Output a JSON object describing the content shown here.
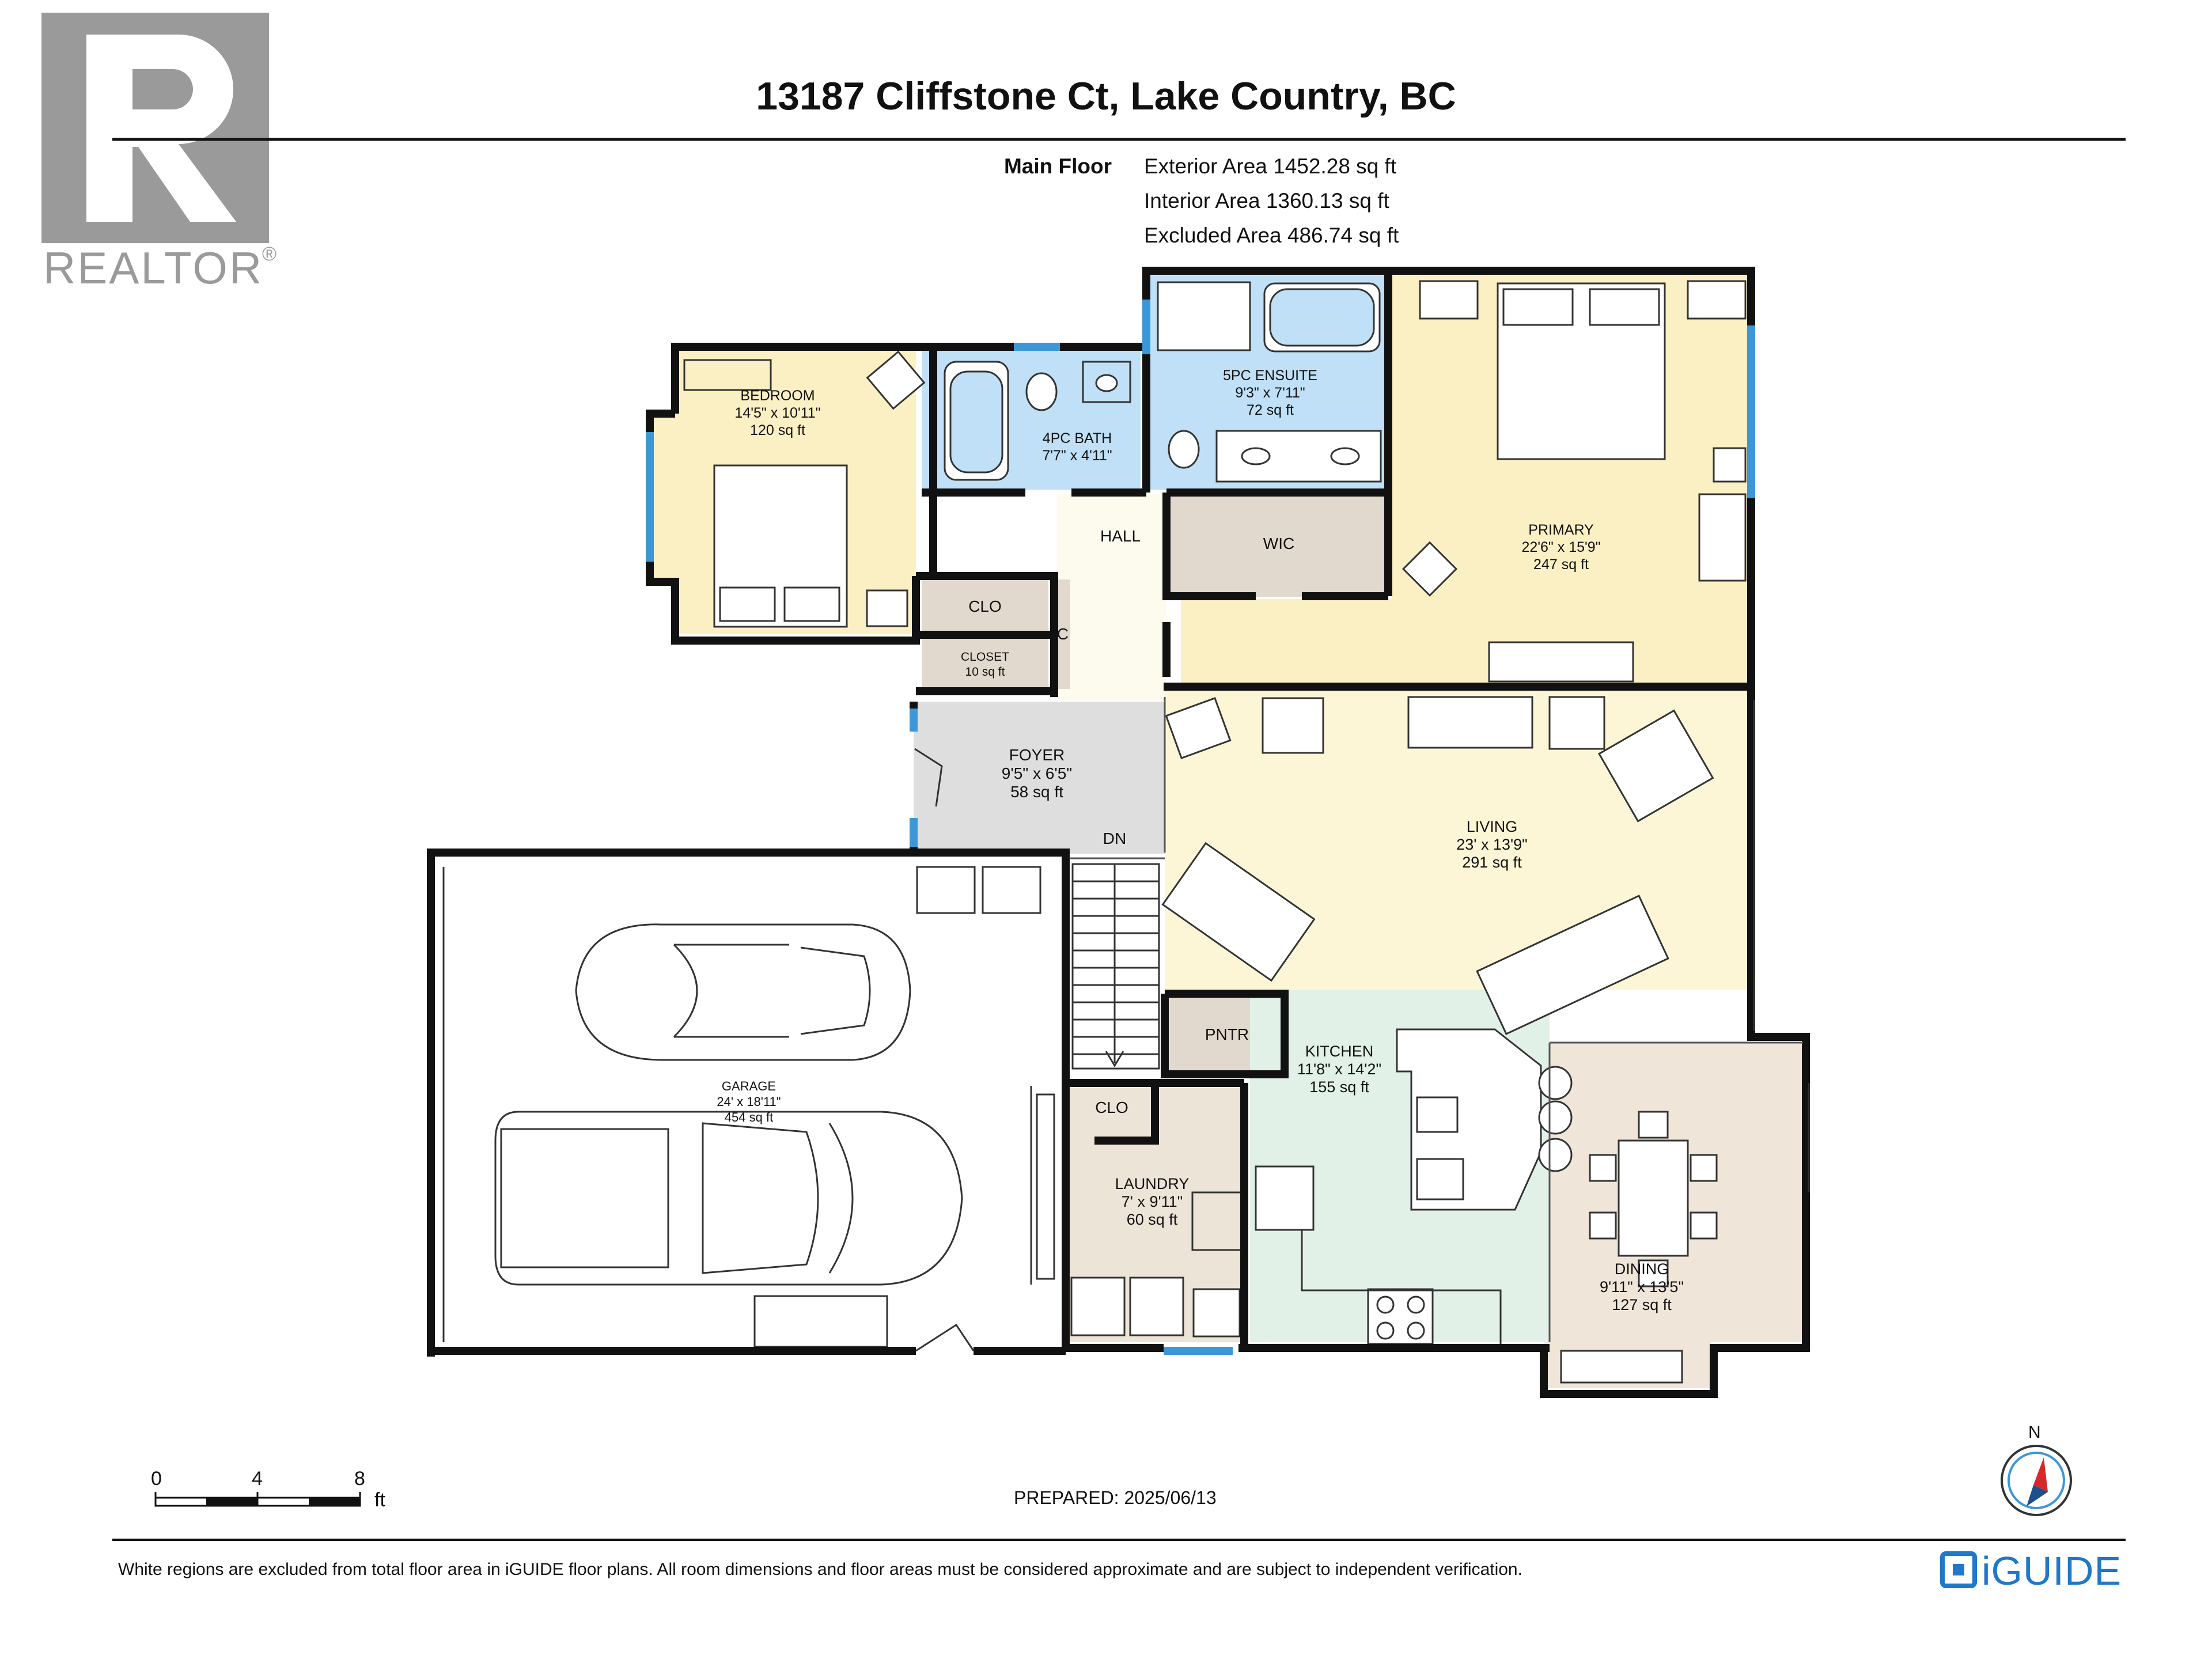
{
  "title": "13187 Cliffstone Ct, Lake Country, BC",
  "logo": {
    "name": "REALTOR",
    "mark": "®"
  },
  "floor_name": "Main Floor",
  "areas": {
    "exterior": "Exterior Area 1452.28 sq ft",
    "interior": "Interior Area 1360.13 sq ft",
    "excluded": "Excluded Area 486.74 sq ft"
  },
  "rooms": {
    "bedroom": {
      "name": "BEDROOM",
      "dims": "14'5\" x 10'11\"",
      "area": "120 sq ft"
    },
    "bath4": {
      "name": "4PC BATH",
      "dims": "7'7\" x 4'11\""
    },
    "ensuite": {
      "name": "5PC ENSUITE",
      "dims": "9'3\" x 7'11\"",
      "area": "72 sq ft"
    },
    "primary": {
      "name": "PRIMARY",
      "dims": "22'6\" x 15'9\"",
      "area": "247 sq ft"
    },
    "hall": {
      "name": "HALL"
    },
    "wic": {
      "name": "WIC"
    },
    "clo1": {
      "name": "CLO"
    },
    "c": {
      "name": "C"
    },
    "closet": {
      "name": "CLOSET",
      "area": "10 sq ft"
    },
    "foyer": {
      "name": "FOYER",
      "dims": "9'5\" x 6'5\"",
      "area": "58 sq ft"
    },
    "dn": {
      "name": "DN"
    },
    "living": {
      "name": "LIVING",
      "dims": "23' x 13'9\"",
      "area": "291 sq ft"
    },
    "pntr": {
      "name": "PNTR"
    },
    "kitchen": {
      "name": "KITCHEN",
      "dims": "11'8\" x 14'2\"",
      "area": "155 sq ft"
    },
    "clo2": {
      "name": "CLO"
    },
    "laundry": {
      "name": "LAUNDRY",
      "dims": "7' x 9'11\"",
      "area": "60 sq ft"
    },
    "dining": {
      "name": "DINING",
      "dims": "9'11\" x 13'5\"",
      "area": "127 sq ft"
    },
    "garage": {
      "name": "GARAGE",
      "dims": "24' x 18'11\"",
      "area": "454 sq ft"
    }
  },
  "scale": {
    "ticks": [
      "0",
      "4",
      "8"
    ],
    "unit": "ft"
  },
  "north_label": "N",
  "prepared": "PREPARED: 2025/06/13",
  "footer_note": "White regions are excluded from total floor area in iGUIDE floor plans. All room dimensions and floor areas must be considered approximate and are subject to independent verification.",
  "brand": "iGUIDE",
  "colors": {
    "bedroom": "#fbefc4",
    "bath": "#bfe0f6",
    "closet": "#e2d9ce",
    "hall": "#fdfbee",
    "foyer": "#dedede",
    "living": "#fcf6d7",
    "kitchen": "#e1f1e8",
    "dining": "#efe5d8",
    "laundry": "#ede4d8",
    "wall": "#111111",
    "window": "#3d97d6",
    "brand": "#1f78c8"
  }
}
